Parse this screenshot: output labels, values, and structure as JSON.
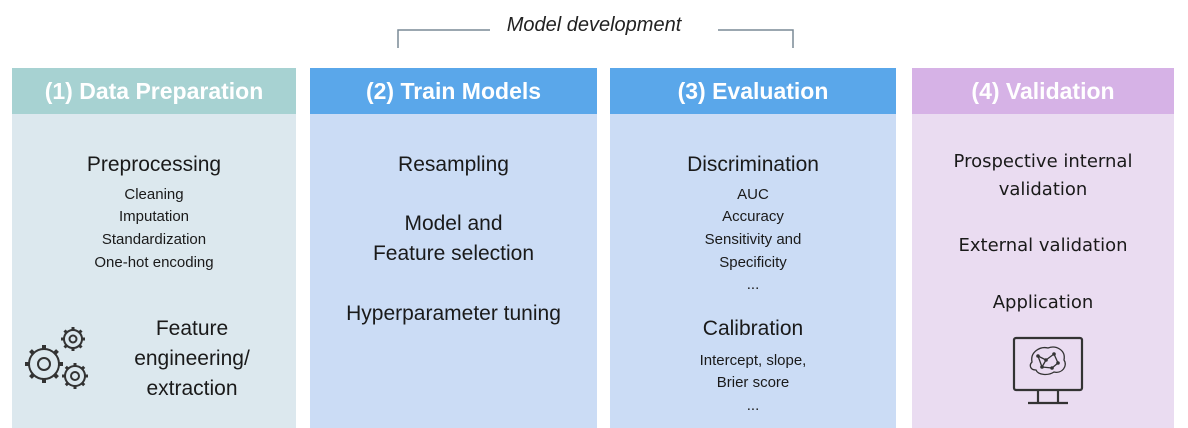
{
  "header": {
    "title": "Model development"
  },
  "columns": [
    {
      "title": "(1) Data Preparation",
      "header_color": "#a7d2d2",
      "body_color": "#dce8ee",
      "preprocessing": {
        "title": "Preprocessing",
        "items": [
          "Cleaning",
          "Imputation",
          "Standardization",
          "One-hot encoding"
        ]
      },
      "feature": {
        "lines": [
          "Feature",
          "engineering/",
          "extraction"
        ]
      },
      "icon": "gears-icon"
    },
    {
      "title": "(2) Train Models",
      "header_color": "#5aa7ea",
      "body_color": "#cbdcf5",
      "steps": {
        "resampling": "Resampling",
        "model_feature": [
          "Model and",
          "Feature selection"
        ],
        "tuning": "Hyperparameter tuning"
      }
    },
    {
      "title": "(3) Evaluation",
      "header_color": "#5aa7ea",
      "body_color": "#cbdcf5",
      "discrimination": {
        "title": "Discrimination",
        "items": [
          "AUC",
          "Accuracy",
          "Sensitivity and",
          "Specificity",
          "..."
        ]
      },
      "calibration": {
        "title": "Calibration",
        "items": [
          "Intercept, slope,",
          "Brier score",
          "..."
        ]
      }
    },
    {
      "title": "(4) Validation",
      "header_color": "#d6b2e6",
      "body_color": "#eadcf1",
      "items": {
        "prospective": [
          "Prospective internal",
          "validation"
        ],
        "external": "External validation",
        "application": "Application"
      },
      "icon": "monitor-brain-icon"
    }
  ]
}
